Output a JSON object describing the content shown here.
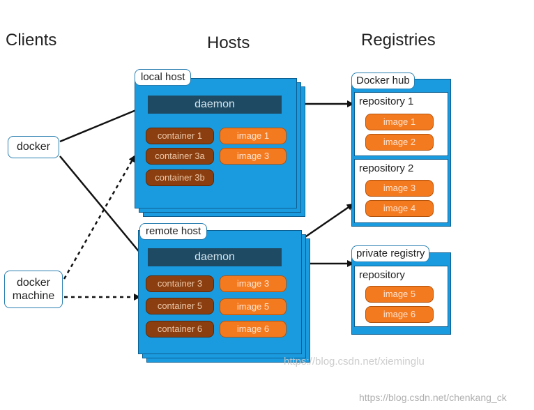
{
  "columns": {
    "clients": "Clients",
    "hosts": "Hosts",
    "registries": "Registries"
  },
  "clients": {
    "docker": "docker",
    "docker_machine": "docker\nmachine"
  },
  "local_host": {
    "label": "local host",
    "daemon": "daemon",
    "containers": [
      "container 1",
      "container 3a",
      "container 3b"
    ],
    "images": [
      "image 1",
      "image 3"
    ]
  },
  "remote_host": {
    "label": "remote host",
    "daemon": "daemon",
    "containers": [
      "container 3",
      "container 5",
      "container 6"
    ],
    "images": [
      "image 3",
      "image 5",
      "image 6"
    ]
  },
  "docker_hub": {
    "label": "Docker hub",
    "repositories": [
      {
        "title": "repository 1",
        "images": [
          "image 1",
          "image 2"
        ]
      },
      {
        "title": "repository 2",
        "images": [
          "image 3",
          "image 4"
        ]
      }
    ]
  },
  "private_registry": {
    "label": "private registry",
    "repositories": [
      {
        "title": "repository",
        "images": [
          "image 5",
          "image 6"
        ]
      }
    ]
  },
  "watermarks": {
    "inner": "https://blog.csdn.net/xieminglu",
    "outer": "https://blog.csdn.net/chenkang_ck"
  },
  "colors": {
    "host_blue": "#1a9be0",
    "daemon_dark": "#1e4a63",
    "container_brown": "#8b3f10",
    "image_orange": "#f47a20"
  }
}
